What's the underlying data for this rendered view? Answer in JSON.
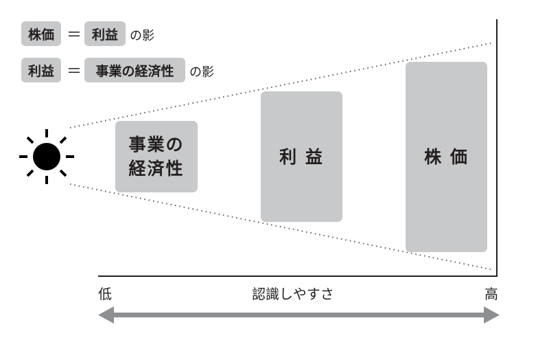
{
  "legend": [
    {
      "left": "株価",
      "equals": "＝",
      "right": "利益",
      "suffix": "の影"
    },
    {
      "left": "利益",
      "equals": "＝",
      "right": "事業の経済性",
      "suffix": "の影"
    }
  ],
  "boxes": {
    "economics": "事業の経済性",
    "profit": "利 益",
    "stock_price": "株 価"
  },
  "axis": {
    "low": "低",
    "title": "認識しやすさ",
    "high": "高"
  },
  "icons": {
    "light_source": "sun-icon",
    "axis_arrow": "double-arrow-icon"
  },
  "colors": {
    "box": "#c8c9ca",
    "arrow": "#8e8f91",
    "line": "#231f20"
  }
}
